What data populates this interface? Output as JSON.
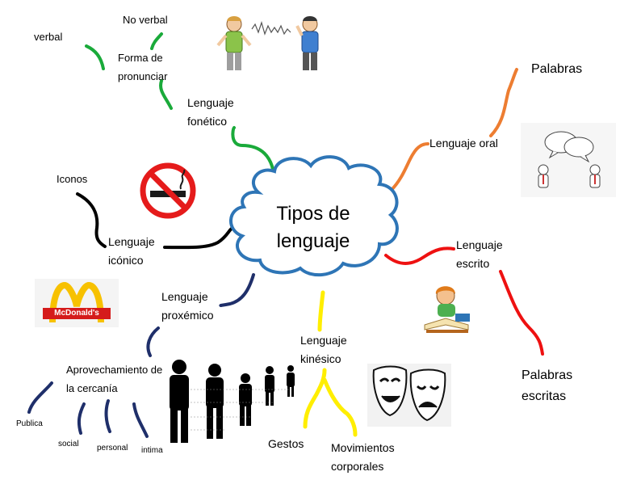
{
  "center": {
    "line1": "Tipos de",
    "line2": "lenguaje"
  },
  "branches": {
    "fonetico": {
      "label_line1": "Lenguaje",
      "label_line2": "fonético",
      "children": {
        "pronunciar_line1": "Forma de",
        "pronunciar_line2": "pronunciar",
        "verbal": "verbal",
        "no_verbal": "No verbal"
      }
    },
    "oral": {
      "label": "Lenguaje oral",
      "child": "Palabras"
    },
    "escrito": {
      "label_line1": "Lenguaje",
      "label_line2": "escrito",
      "child_line1": "Palabras",
      "child_line2": "escritas"
    },
    "iconico": {
      "label_line1": "Lenguaje",
      "label_line2": "icónico",
      "child": "Iconos"
    },
    "proxemico": {
      "label_line1": "Lenguaje",
      "label_line2": "proxémico",
      "child_line1": "Aprovechamiento de",
      "child_line2": "la cercanía",
      "distances": [
        "Publica",
        "social",
        "personal",
        "intima"
      ]
    },
    "kinesico": {
      "label_line1": "Lenguaje",
      "label_line2": "kinésico",
      "child1": "Gestos",
      "child2_line1": "Movimientos",
      "child2_line2": "corporales"
    }
  },
  "logo_text": "McDonald's",
  "colors": {
    "fonetico": "#1aaa3a",
    "oral": "#ed7d31",
    "escrito": "#ee1111",
    "iconico": "#000000",
    "proxemico": "#1f2f6a",
    "kinesico": "#ffee00",
    "cloud": "#2e75b6"
  }
}
